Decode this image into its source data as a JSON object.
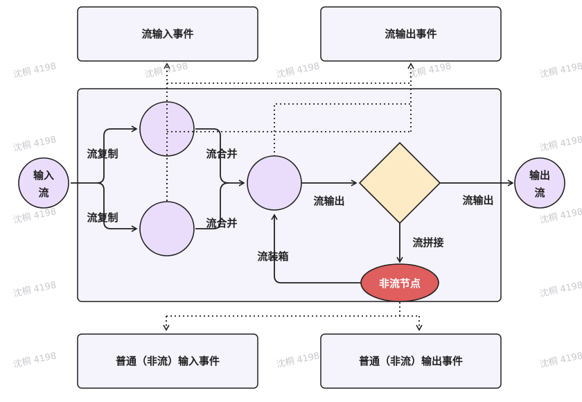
{
  "boxes": {
    "stream_input_event": "流输入事件",
    "stream_output_event": "流输出事件",
    "normal_input_event": "普通（非流）输入事件",
    "normal_output_event": "普通（非流）输出事件"
  },
  "nodes": {
    "input_stream": [
      "输入",
      "流"
    ],
    "output_stream": [
      "输出",
      "流"
    ],
    "non_stream_node": "非流节点"
  },
  "edge_labels": {
    "copy_top": "流复制",
    "copy_bottom": "流复制",
    "merge_top": "流合并",
    "merge_bottom": "流合并",
    "output_mid": "流输出",
    "output_right": "流输出",
    "concat": "流拼接",
    "boxing": "流装箱"
  },
  "watermark": "沈桐 4198",
  "colors": {
    "box_fill": "#f5f3fb",
    "circle_fill": "#e9ddfb",
    "diamond_fill": "#fdebc5",
    "node_red": "#df5e5e",
    "stroke": "#1f1f1f"
  }
}
